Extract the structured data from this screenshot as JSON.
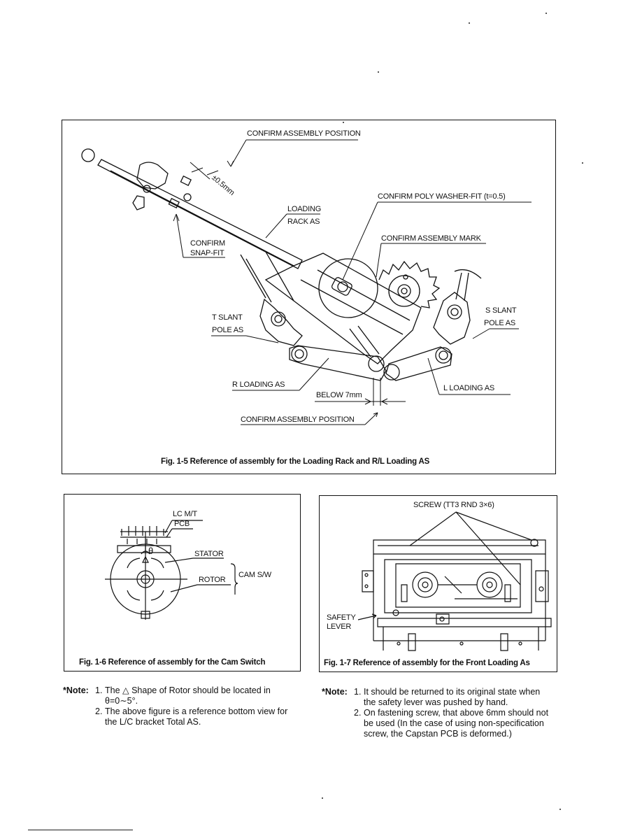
{
  "fig5": {
    "labels": {
      "confirm_assembly_position_top": "CONFIRM ASSEMBLY POSITION",
      "tolerance": "±0.5mm",
      "loading_rack_1": "LOADING",
      "loading_rack_2": "RACK AS",
      "confirm_poly_washer": "CONFIRM POLY WASHER-FIT (t=0.5)",
      "confirm_assembly_mark": "CONFIRM ASSEMBLY MARK",
      "confirm_snap_1": "CONFIRM",
      "confirm_snap_2": "SNAP-FIT",
      "t_slant_1": "T SLANT",
      "t_slant_2": "POLE AS",
      "s_slant_1": "S SLANT",
      "s_slant_2": "POLE AS",
      "r_loading": "R LOADING AS",
      "l_loading": "L LOADING AS",
      "below": "BELOW 7mm",
      "confirm_assembly_position_bottom": "CONFIRM ASSEMBLY POSITION"
    },
    "caption": "Fig. 1-5 Reference of assembly for the Loading Rack and R/L Loading AS"
  },
  "fig6": {
    "labels": {
      "lc_mt": "LC M/T",
      "pcb": "PCB",
      "stator": "STATOR",
      "rotor": "ROTOR",
      "cam_sw": "CAM S/W",
      "theta": "θ"
    },
    "caption": "Fig. 1-6 Reference of assembly for the Cam Switch"
  },
  "fig7": {
    "labels": {
      "screw": "SCREW (TT3 RND 3×6)",
      "safety": "SAFETY",
      "lever": "LEVER"
    },
    "caption": "Fig. 1-7 Reference of assembly for the Front Loading As"
  },
  "notes_left": {
    "key": "*Note:",
    "item1_num": "1.",
    "item1_line1": "The △ Shape of Rotor should be located in",
    "item1_line2": "θ=0∼5°.",
    "item2_num": "2.",
    "item2_line1": "The above figure is a reference bottom view for",
    "item2_line2": "the L/C bracket Total AS."
  },
  "notes_right": {
    "key": "*Note:",
    "item1_num": "1.",
    "item1_line1": "It should be returned to its original state when",
    "item1_line2": "the safety lever was pushed by hand.",
    "item2_num": "2.",
    "item2_line1": "On fastening screw, that above 6mm should not",
    "item2_line2": "be used (In the case of using non-specification",
    "item2_line3": "screw, the Capstan PCB is deformed.)"
  }
}
